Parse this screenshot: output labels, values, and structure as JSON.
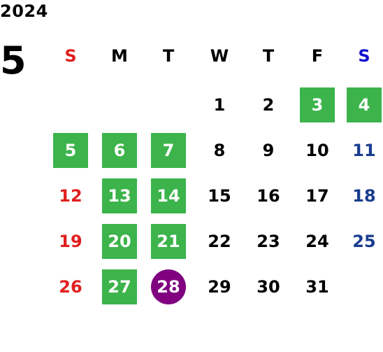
{
  "calendar": {
    "year": "2024",
    "month": "5",
    "weekdays": [
      "S",
      "M",
      "T",
      "W",
      "T",
      "F",
      "S"
    ],
    "weekday_colors": [
      "#e02020",
      "#000000",
      "#000000",
      "#000000",
      "#000000",
      "#000000",
      "#1010d0"
    ],
    "colors": {
      "sunday": "#e02020",
      "saturday": "#1a3d8f",
      "weekday": "#000000",
      "holiday_bg": "#3cb44b",
      "today_bg": "#800080",
      "highlight_text": "#ffffff"
    },
    "weeks": [
      [
        null,
        null,
        null,
        {
          "d": "1"
        },
        {
          "d": "2"
        },
        {
          "d": "3",
          "type": "holiday"
        },
        {
          "d": "4",
          "type": "holiday"
        }
      ],
      [
        {
          "d": "5",
          "type": "holiday"
        },
        {
          "d": "6",
          "type": "holiday"
        },
        {
          "d": "7",
          "type": "holiday"
        },
        {
          "d": "8"
        },
        {
          "d": "9"
        },
        {
          "d": "10"
        },
        {
          "d": "11"
        }
      ],
      [
        {
          "d": "12"
        },
        {
          "d": "13",
          "type": "holiday"
        },
        {
          "d": "14",
          "type": "holiday"
        },
        {
          "d": "15"
        },
        {
          "d": "16"
        },
        {
          "d": "17"
        },
        {
          "d": "18"
        }
      ],
      [
        {
          "d": "19"
        },
        {
          "d": "20",
          "type": "holiday"
        },
        {
          "d": "21",
          "type": "holiday"
        },
        {
          "d": "22"
        },
        {
          "d": "23"
        },
        {
          "d": "24"
        },
        {
          "d": "25"
        }
      ],
      [
        {
          "d": "26"
        },
        {
          "d": "27",
          "type": "holiday"
        },
        {
          "d": "28",
          "type": "today"
        },
        {
          "d": "29"
        },
        {
          "d": "30"
        },
        {
          "d": "31"
        },
        null
      ]
    ]
  }
}
